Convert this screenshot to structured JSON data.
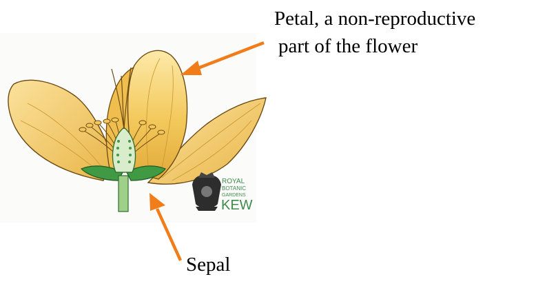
{
  "labels": {
    "petal_line1": "Petal, a non-reproductive",
    "petal_line2": "part of the flower",
    "sepal": "Sepal"
  },
  "logo": {
    "line1": "ROYAL",
    "line2": "BOTANIC",
    "line3": "GARDENS",
    "line4": "KEW",
    "color": "#3e8a4c"
  },
  "colors": {
    "arrow": "#f07d1a",
    "petal_fill": "#f3c85a",
    "petal_light": "#fbe29c",
    "sepal_fill": "#3f9a43",
    "stem_fill": "#9fd08a",
    "ovary_fill": "#d9eccc"
  }
}
